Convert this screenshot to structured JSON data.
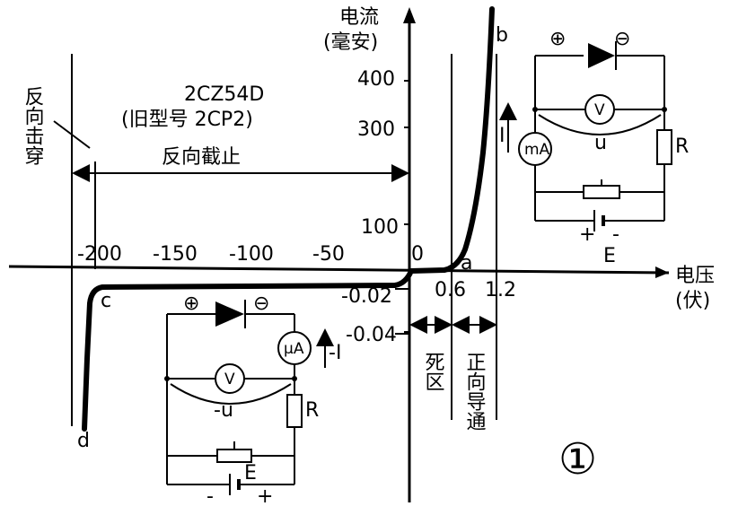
{
  "y_axis": {
    "title_line1": "电流",
    "title_line2": "(毫安)",
    "ticks": [
      "400",
      "300",
      "100"
    ]
  },
  "x_axis": {
    "title_line1": "电压",
    "title_line2": "(伏)",
    "ticks": [
      "-200",
      "-150",
      "-100",
      "-50",
      "0",
      "0.6",
      "1.2"
    ]
  },
  "neg_ticks": [
    "-0.02",
    "-0.04"
  ],
  "model": {
    "line1": "2CZ54D",
    "line2": "(旧型号 2CP2)"
  },
  "regions": {
    "breakdown": "反向击穿",
    "reverse_cutoff": "反向截止",
    "dead_zone": "死区",
    "forward": "正向导通"
  },
  "points": {
    "a": "a",
    "b": "b",
    "c": "c",
    "d": "d"
  },
  "forward_circuit": {
    "plus": "⊕",
    "minus": "⊖",
    "meter_v": "V",
    "meter_ma": "mA",
    "resistor": "R",
    "current": "I",
    "voltage": "u",
    "battery": "E",
    "batt_plus": "+",
    "batt_minus": "-"
  },
  "reverse_circuit": {
    "plus": "⊕",
    "minus": "⊖",
    "meter_v": "V",
    "meter_ua": "μA",
    "resistor": "R",
    "current": "-I",
    "voltage": "-u",
    "battery": "E",
    "batt_plus": "+",
    "batt_minus": "-"
  },
  "figure_number": "①"
}
